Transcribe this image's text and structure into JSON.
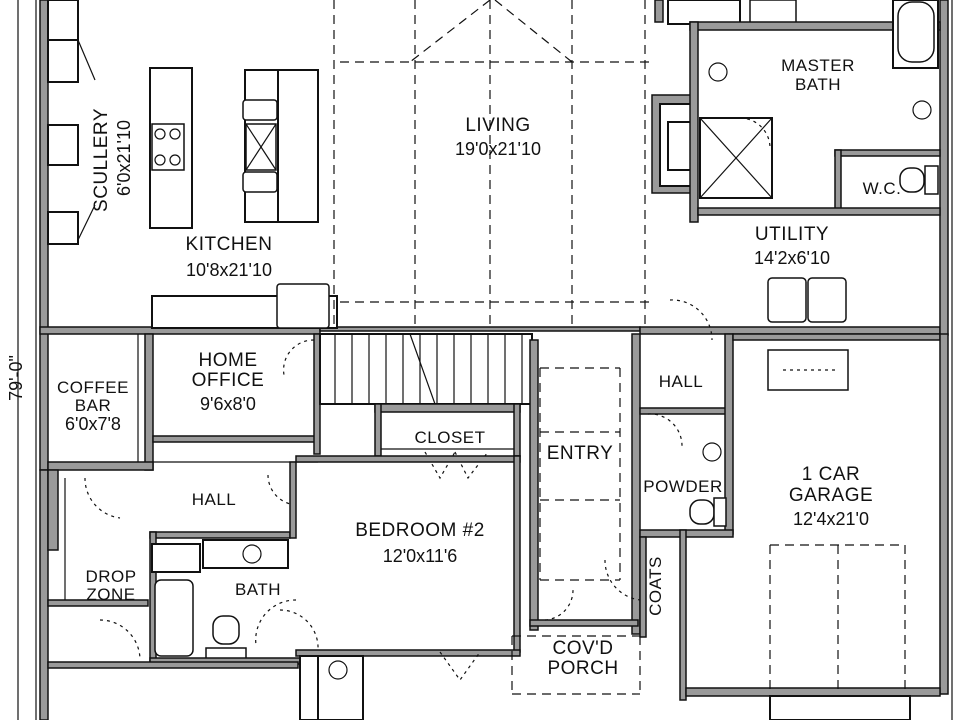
{
  "overall_dimension": "79'-0\"",
  "rooms": {
    "master_bath": {
      "name_line1": "MASTER",
      "name_line2": "BATH"
    },
    "scullery": {
      "name": "SCULLERY",
      "dims": "6'0x21'10"
    },
    "living": {
      "name": "LIVING",
      "dims": "19'0x21'10"
    },
    "wc": {
      "name": "W.C."
    },
    "kitchen": {
      "name": "KITCHEN",
      "dims": "10'8x21'10"
    },
    "utility": {
      "name": "UTILITY",
      "dims": "14'2x6'10"
    },
    "home_office": {
      "name_line1": "HOME",
      "name_line2": "OFFICE",
      "dims": "9'6x8'0"
    },
    "coffee_bar": {
      "name_line1": "COFFEE",
      "name_line2": "BAR",
      "dims": "6'0x7'8"
    },
    "hall_right": {
      "name": "HALL"
    },
    "closet": {
      "name": "CLOSET"
    },
    "entry": {
      "name": "ENTRY"
    },
    "garage": {
      "name_line1": "1 CAR",
      "name_line2": "GARAGE",
      "dims": "12'4x21'0"
    },
    "powder": {
      "name": "POWDER"
    },
    "hall_left": {
      "name": "HALL"
    },
    "bedroom2": {
      "name": "BEDROOM #2",
      "dims": "12'0x11'6"
    },
    "drop_zone": {
      "name_line1": "DROP",
      "name_line2": "ZONE"
    },
    "bath": {
      "name": "BATH"
    },
    "coats": {
      "name": "COATS"
    },
    "porch": {
      "name_line1": "COV'D",
      "name_line2": "PORCH"
    }
  }
}
